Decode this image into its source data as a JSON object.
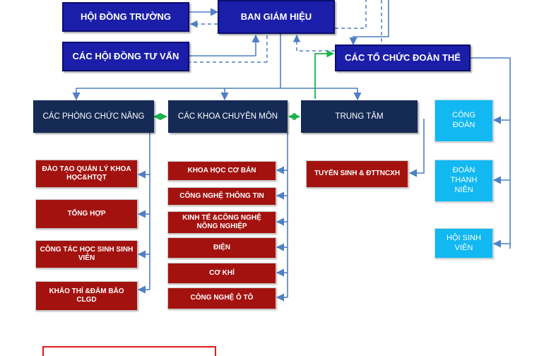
{
  "top": {
    "hoi_dong_truong": "HỘI ĐỒNG TRƯỜNG",
    "ban_giam_hieu": "BAN GIÁM HIỆU",
    "hoi_dong_tu_van": "CÁC HỘI ĐỒNG TƯ VẤN",
    "to_chuc_doan_the": "CÁC TỔ CHỨC ĐOÀN THỂ"
  },
  "groups": {
    "phong_chuc_nang": "CÁC PHÒNG CHỨC NĂNG",
    "khoa_chuyen_mon": "CÁC KHOA CHUYÊN MÔN",
    "trung_tam": "TRUNG TÂM"
  },
  "phong_items": [
    "ĐÀO TẠO QUẢN LÝ KHOA HỌC&HTQT",
    "TỔNG HỢP",
    "CÔNG TÁC HỌC SINH SINH VIÊN",
    "KHẢO THÍ &ĐẢM BẢO CLGD"
  ],
  "khoa_items": [
    "KHOA HỌC CƠ BẢN",
    "CÔNG NGHỆ THÔNG TIN",
    "KINH TẾ &CÔNG NGHỆ NÔNG NGHIỆP",
    "ĐIỆN",
    "CƠ KHÍ",
    "CÔNG NGHỆ Ô TÔ"
  ],
  "trung_tam_items": [
    "TUYỂN SINH & ĐTTNCXH"
  ],
  "doan_the_items": [
    "CÔNG ĐOÀN",
    "ĐOÀN THANH NIÊN",
    "HỘI SINH VIÊN"
  ],
  "colors": {
    "top": "#1b1ea8",
    "group": "#152a55",
    "unit": "#a3120f",
    "union": "#11b8f2",
    "line": "#4f7fc4",
    "green": "#19b34a"
  }
}
